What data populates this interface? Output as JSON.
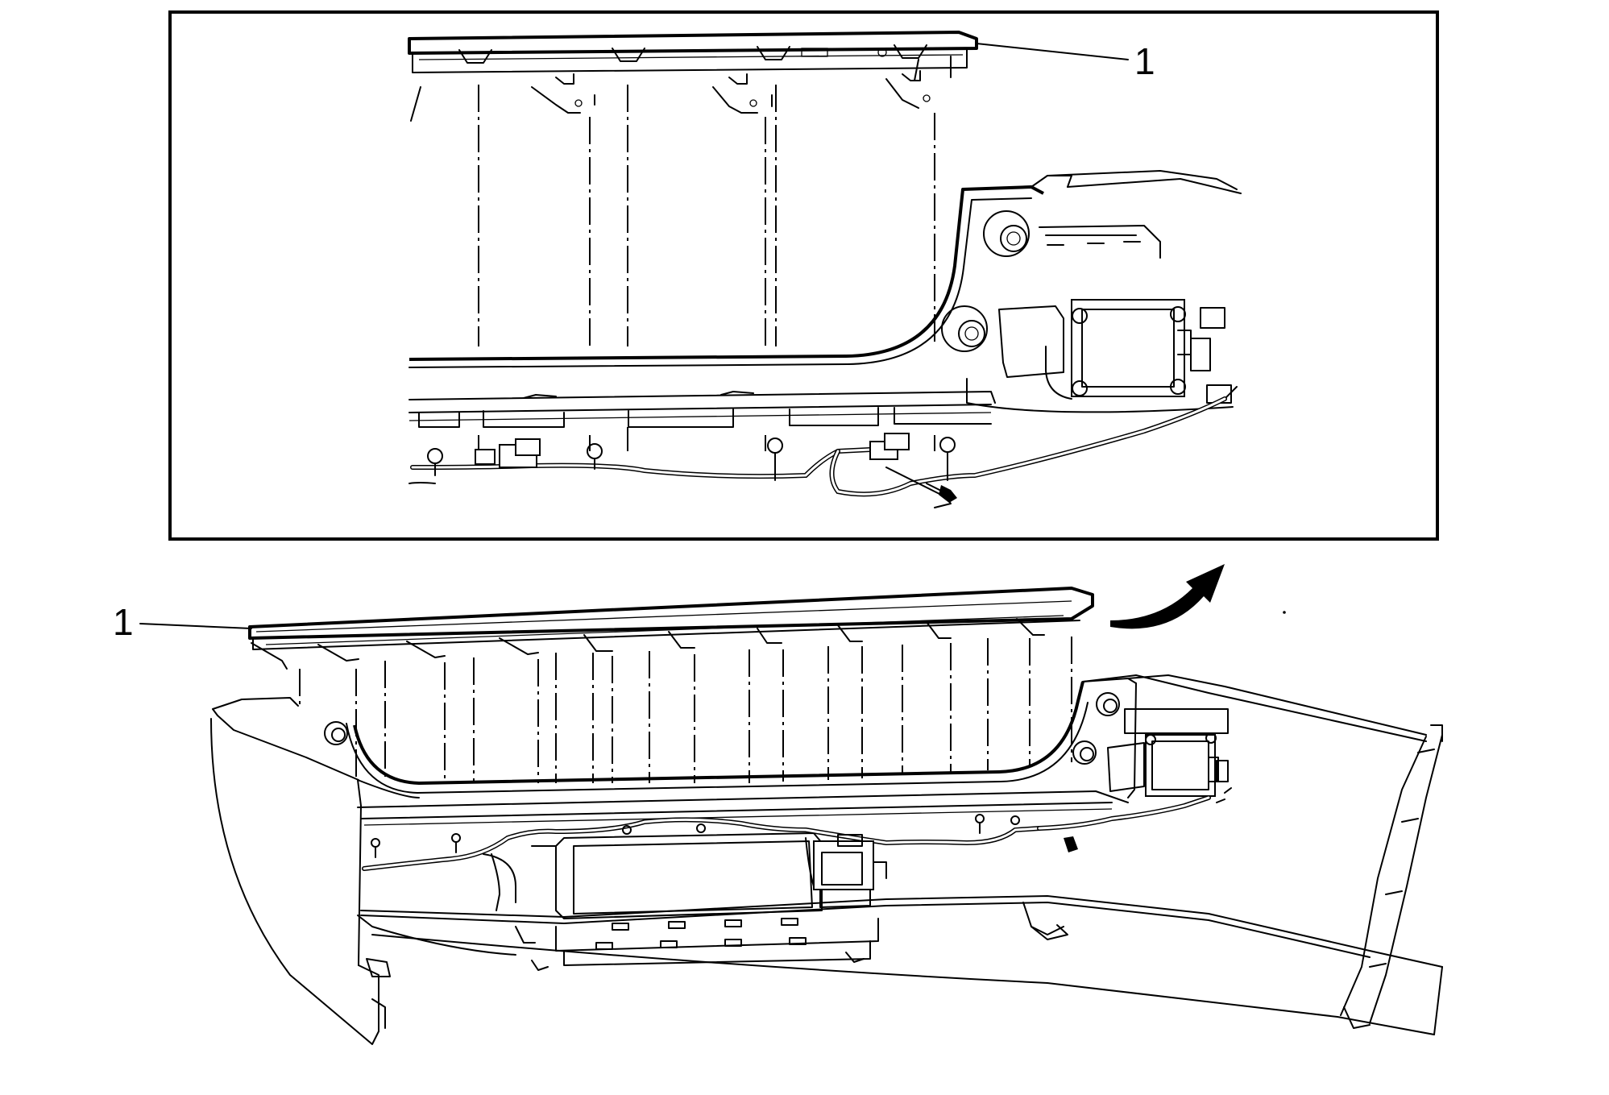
{
  "diagram": {
    "callouts": [
      {
        "id": "inset",
        "number": "1"
      },
      {
        "id": "main",
        "number": "1"
      }
    ]
  }
}
